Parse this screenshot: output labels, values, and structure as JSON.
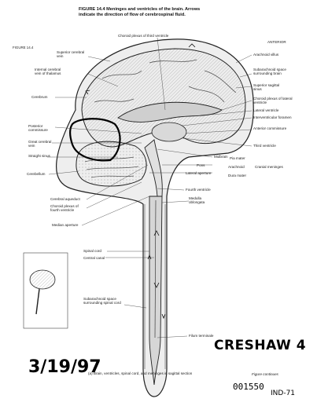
{
  "caption": {
    "line1": "FIGURE 14.4  Meninges and ventricles of the brain. Arrows",
    "line2": "indicate the direction of flow of cerebrospinal fluid."
  },
  "labels": {
    "top_left_code": "FIGURE 14.4",
    "choroid_plexus_third": "Choroid plexus of third ventricle",
    "anterior": "ANTERIOR",
    "arachnoid_villus": "Arachnoid villus",
    "superior_cerebral_vein": "Superior cerebral vein",
    "internal_cerebral_vein": "Internal cerebral vein of thalamus",
    "cerebrum": "Cerebrum",
    "subarachnoid_space_brain": "Subarachnoid space surrounding brain",
    "superior_sagittal_sinus": "Superior sagittal sinus",
    "choroid_plexus_lateral": "Choroid plexus of lateral ventricle",
    "lateral_ventricle": "Lateral ventricle",
    "interventricular_foramen": "Interventricular foramen",
    "anterior_commissure": "Anterior commissure",
    "posterior_commissure": "Posterior commissure",
    "great_cerebral_vein": "Great cerebral vein",
    "straight_sinus": "Straight sinus",
    "third_ventricle": "Third ventricle",
    "midbrain": "Midbrain",
    "pons": "Pons",
    "lateral_aperture": "Lateral aperture",
    "pia_mater": "Pia mater",
    "arachnoid": "Arachnoid",
    "dura_mater": "Dura mater",
    "cranial_meninges": "Cranial meninges",
    "cerebellum": "Cerebellum",
    "cerebral_aqueduct": "Cerebral aqueduct",
    "choroid_plexus_fourth": "Choroid plexus of fourth ventricle",
    "fourth_ventricle": "Fourth ventricle",
    "medulla_oblongata": "Medulla oblongata",
    "median_aperture": "Median aperture",
    "spinal_cord": "Spinal cord",
    "central_canal": "Central canal",
    "subarachnoid_space_cord": "Subarachnoid space surrounding spinal cord",
    "filum_terminale": "Filum terminale",
    "panel_caption": "(a) Brain, ventricles, spinal cord, and meninges in sagittal section",
    "figure_continues": "Figure continues"
  },
  "handwriting": {
    "name": "CRESHAW 4",
    "date": "3/19/97",
    "number": "001550",
    "code": "IND-71"
  },
  "colors": {
    "ink": "#111111",
    "shade": "#bdbdbd",
    "marker": "#000000"
  }
}
